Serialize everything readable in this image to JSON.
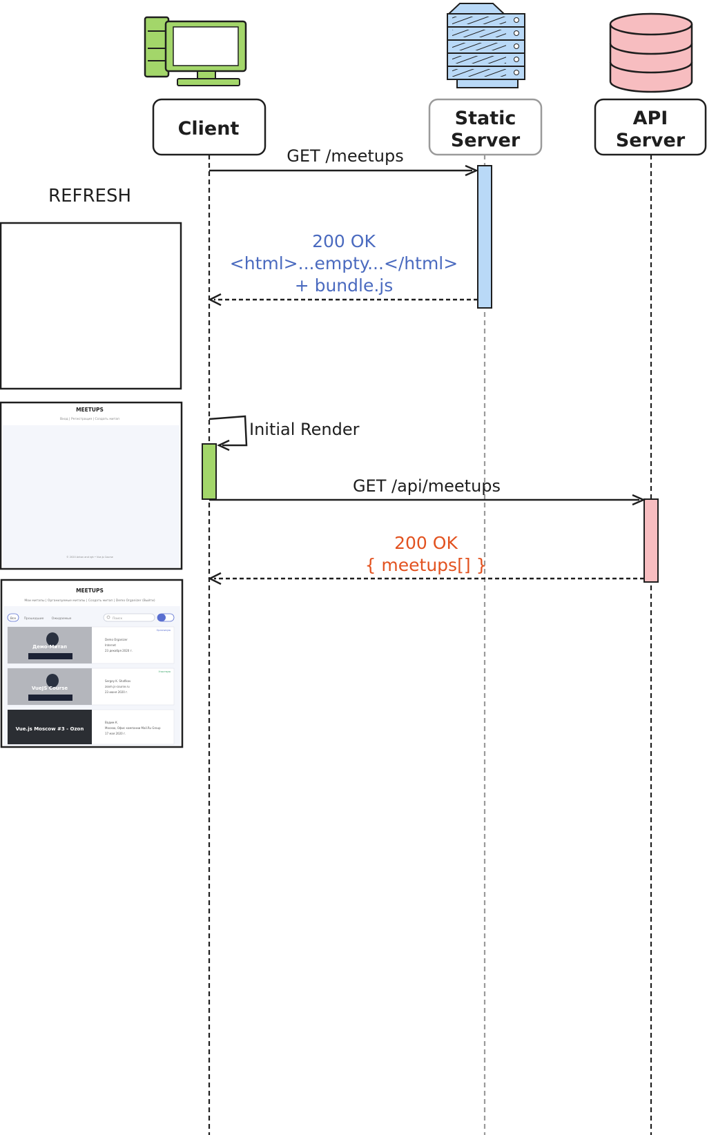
{
  "participants": {
    "client": {
      "label": "Client"
    },
    "static_server": {
      "label_line1": "Static",
      "label_line2": "Server"
    },
    "api_server": {
      "label_line1": "API",
      "label_line2": "Server"
    }
  },
  "messages": {
    "get_meetups": "GET /meetups",
    "static_response_line1": "200 OK",
    "static_response_line2": "<html>...empty...</html>",
    "static_response_line3": "+ bundle.js",
    "initial_render": "Initial Render",
    "get_api_meetups": "GET /api/meetups",
    "api_response_line1": "200 OK",
    "api_response_line2": "{ meetups[] }"
  },
  "refresh_label": "REFRESH",
  "screens": {
    "shell": {
      "title": "MEETUPS",
      "nav": "Вход | Регистрация | Создать митап",
      "footer": "© 2020 Anton and rgh • Vue.js Course"
    },
    "full": {
      "title": "MEETUPS",
      "nav": "Мои митапы | Организуемые митапы | Создать митап | Demo Organizer (Выйти)",
      "filters": [
        "Все",
        "Прошедшие",
        "Ожидаемые"
      ],
      "search_placeholder": "Поиск",
      "meetups": [
        {
          "title": "Демо-Митап",
          "badge": "Организую",
          "organizer": "Demo Organizer",
          "place": "Internet",
          "date": "23 декабря 2020 г."
        },
        {
          "title": "VueJS Course",
          "badge": "Участвую",
          "organizer": "Sergey K. Shafikov",
          "place": "zoom.js-course.ru",
          "date": "23 июня 2020 г."
        },
        {
          "title": "Vue.js Moscow #3 - Ozon",
          "badge": "",
          "organizer": "Вадим К.",
          "place": "Москва, Офис компании Mail.Ru Group",
          "date": "17 мая 2020 г."
        }
      ]
    }
  },
  "colors": {
    "client_green": "#a3d66a",
    "static_blue": "#b9d9f7",
    "api_pink": "#f7bdc0",
    "static_text": "#4a6abf",
    "api_text": "#e2521f",
    "stroke": "#1e1e1e",
    "muted_stroke": "#9a9a9a"
  }
}
